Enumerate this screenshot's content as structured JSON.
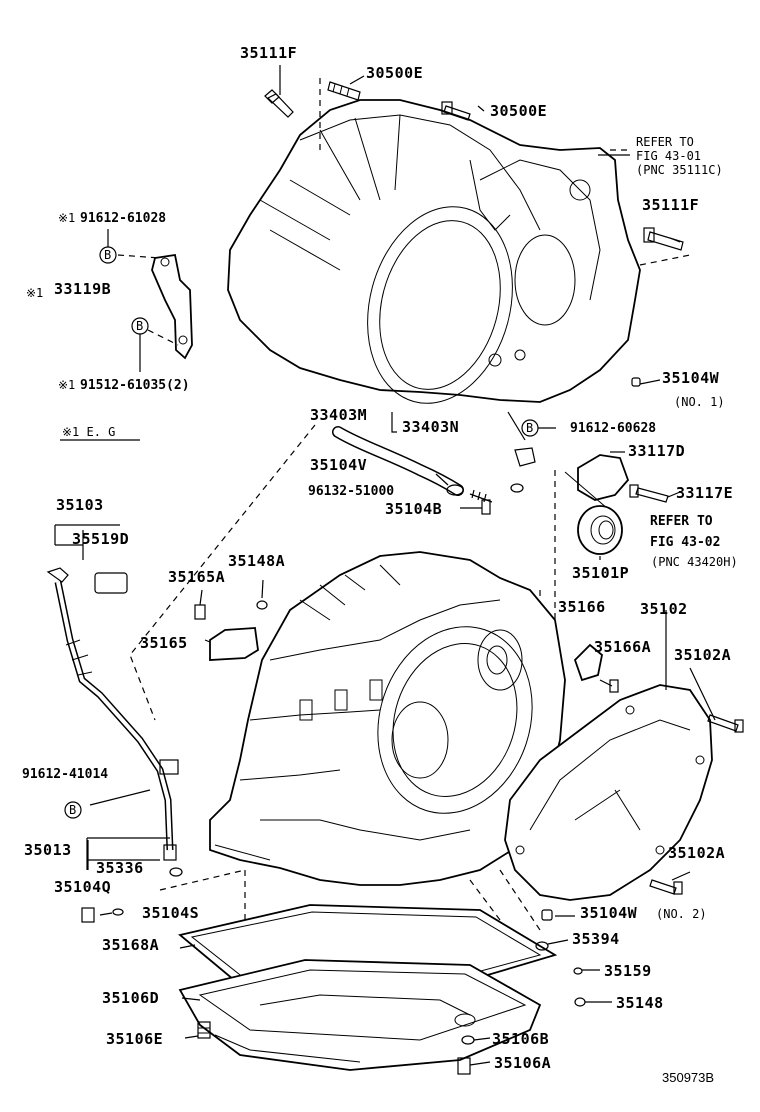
{
  "labels": {
    "p35111F_top": "35111F",
    "p30500E_a": "30500E",
    "p30500E_b": "30500E",
    "refer1_l1": "REFER TO",
    "refer1_l2": "FIG 43-01",
    "refer1_l3": "(PNC 35111C)",
    "p35111F_right": "35111F",
    "p91612_61028": "91612-61028",
    "p33119B": "33119B",
    "p91512_61035": "91512-61035(2)",
    "note_eg": "※1 E. G",
    "mark1a": "※1",
    "mark1b": "※1",
    "mark1c": "※1",
    "p35104W_1": "35104W",
    "p35104W_1_note": "(NO. 1)",
    "p33403M": "33403M",
    "p33403N": "33403N",
    "p91612_60628": "91612-60628",
    "p35104V": "35104V",
    "p33117D": "33117D",
    "p96132_51000": "96132-51000",
    "p33117E": "33117E",
    "p35104B": "35104B",
    "refer2_l1": "REFER TO",
    "refer2_l2": "FIG 43-02",
    "refer2_l3": "(PNC 43420H)",
    "p35103": "35103",
    "p35519D": "35519D",
    "p35148A": "35148A",
    "p35165A": "35165A",
    "p35101P": "35101P",
    "p35166": "35166",
    "p35102": "35102",
    "p35165": "35165",
    "p35166A": "35166A",
    "p35102A_top": "35102A",
    "p91612_41014": "91612-41014",
    "p35013": "35013",
    "p35336": "35336",
    "p35102A_bot": "35102A",
    "p35104Q": "35104Q",
    "p35104S": "35104S",
    "p35104W_2": "35104W",
    "p35104W_2_note": "(NO. 2)",
    "p35168A": "35168A",
    "p35394": "35394",
    "p35159": "35159",
    "p35106D": "35106D",
    "p35148": "35148",
    "p35106E": "35106E",
    "p35106B": "35106B",
    "p35106A": "35106A",
    "diagram_id": "350973B",
    "bolt_mark": "B"
  }
}
